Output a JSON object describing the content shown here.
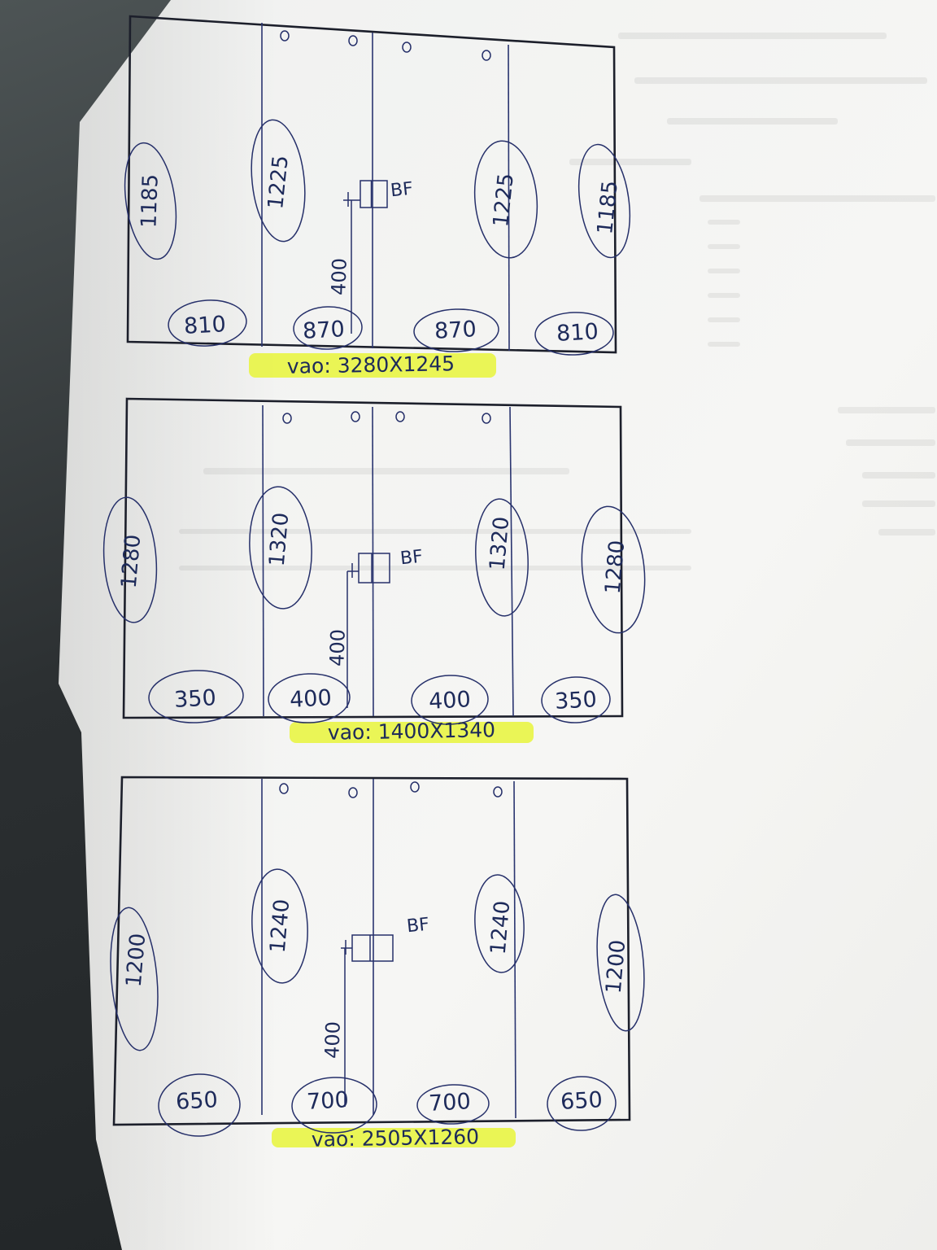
{
  "colors": {
    "paper": "#f4f4f2",
    "ink": "#1d2a5a",
    "frame": "#1c1f2b",
    "highlight": "#e8f53a"
  },
  "bf_label": "BF",
  "panels": [
    {
      "heights": [
        "1185",
        "1225",
        "1225",
        "1185"
      ],
      "widths": [
        "810",
        "870",
        "870",
        "810"
      ],
      "arm": "400",
      "caption": "vao: 3280X1245"
    },
    {
      "heights": [
        "1280",
        "1320",
        "1320",
        "1280"
      ],
      "widths": [
        "350",
        "400",
        "400",
        "350"
      ],
      "arm": "400",
      "caption": "vao: 1400X1340"
    },
    {
      "heights": [
        "1200",
        "1240",
        "1240",
        "1200"
      ],
      "widths": [
        "650",
        "700",
        "700",
        "650"
      ],
      "arm": "400",
      "caption": "vao: 2505X1260"
    }
  ]
}
